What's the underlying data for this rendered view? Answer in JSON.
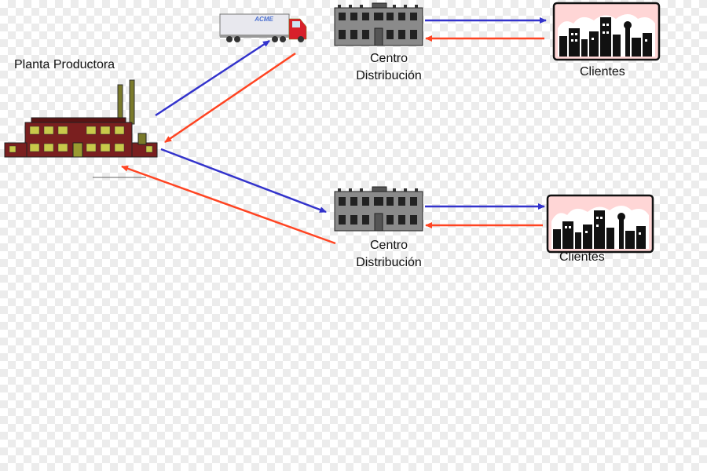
{
  "nodes": {
    "plant": {
      "label": "Planta Productora"
    },
    "center_top": {
      "line1": "Centro",
      "line2": "Distribución"
    },
    "center_bottom": {
      "line1": "Centro",
      "line2": "Distribución"
    },
    "clients_top": {
      "label": "Clientes"
    },
    "clients_bottom": {
      "label": "Clientes"
    },
    "truck": {
      "logo_text": "ACME"
    }
  },
  "colors": {
    "outbound_arrow": "#3333cc",
    "return_arrow": "#ff4422",
    "building": "#8a8a8a",
    "factory": "#7a1f1f",
    "sky": "#ffd6d6"
  }
}
